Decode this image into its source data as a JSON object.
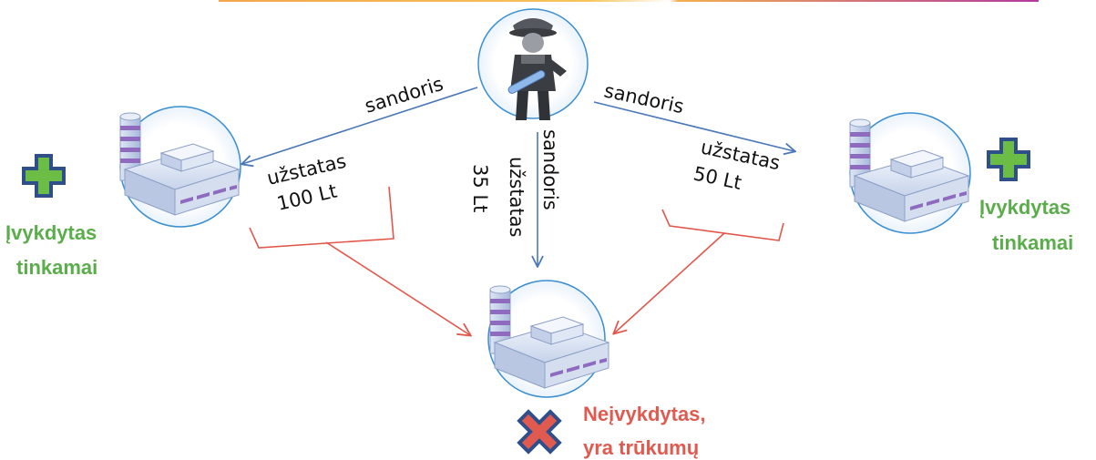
{
  "colors": {
    "arrow_blue": "#4a78b8",
    "arrow_red": "#e2574c",
    "status_green": "#5aad4a",
    "status_red": "#e05a50",
    "plus_fill": "#6bbd45",
    "plus_border": "#2f4f8a",
    "cross_fill": "#e05a50",
    "cross_border": "#2f4f8a",
    "circle_stroke": "#3b8fd1",
    "factory_body": "#c9d5ea",
    "factory_stripe": "#8e6bbf"
  },
  "icons": {
    "person": "person-with-baton-icon",
    "factory": "factory-icon",
    "plus": "plus-icon",
    "cross": "cross-icon"
  },
  "labels": {
    "left_deal": "sandoris",
    "right_deal": "sandoris",
    "center_deal": "sandoris",
    "left_deposit": "užstatas",
    "left_amount": "100 Lt",
    "right_deposit": "užstatas",
    "right_amount": "50 Lt",
    "center_deposit": "užstatas",
    "center_amount": "35 Lt"
  },
  "status": {
    "left_line1": "Įvykdytas",
    "left_line2": "tinkamai",
    "right_line1": "Įvykdytas",
    "right_line2": "tinkamai",
    "bottom_line1": "Neįvykdytas,",
    "bottom_line2": "yra trūkumų"
  }
}
